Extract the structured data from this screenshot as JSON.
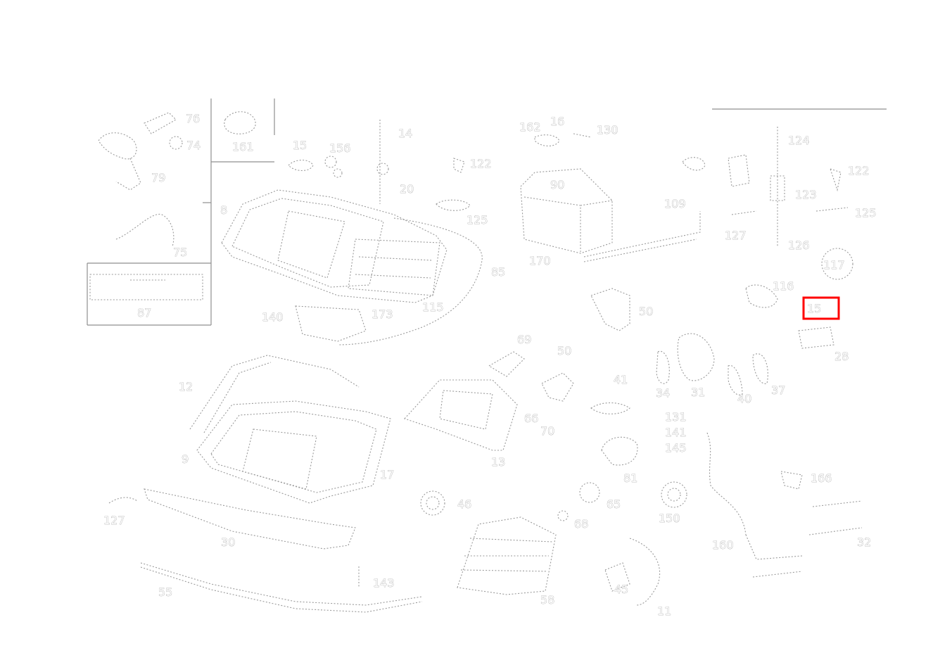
{
  "diagram": {
    "highlight_color": "#ff0000",
    "line_color": "#9a9a9a",
    "labels": {
      "l_76": "76",
      "l_74": "74",
      "l_79": "79",
      "l_75": "75",
      "l_161": "161",
      "l_87": "87",
      "l_15": "15",
      "l_156": "156",
      "l_8": "8",
      "l_14": "14",
      "l_20": "20",
      "l_122a": "122",
      "l_125a": "125",
      "l_85": "85",
      "l_173": "173",
      "l_140": "140",
      "l_115": "115",
      "l_162": "162",
      "l_16": "16",
      "l_130": "130",
      "l_90": "90",
      "l_170": "170",
      "l_109": "109",
      "l_124": "124",
      "l_123": "123",
      "l_122b": "122",
      "l_125b": "125",
      "l_127a": "127",
      "l_126": "126",
      "l_117": "117",
      "l_116": "116",
      "l_15b": "15",
      "l_28": "28",
      "l_50a": "50",
      "l_50b": "50",
      "l_69": "69",
      "l_12": "12",
      "l_9": "9",
      "l_17": "17",
      "l_66": "66",
      "l_70": "70",
      "l_13": "13",
      "l_41": "41",
      "l_34": "34",
      "l_31": "31",
      "l_40": "40",
      "l_37": "37",
      "l_131": "131",
      "l_141": "141",
      "l_145": "145",
      "l_81": "81",
      "l_127b": "127",
      "l_30": "30",
      "l_46": "46",
      "l_65": "65",
      "l_68": "68",
      "l_150": "150",
      "l_166": "166",
      "l_32": "32",
      "l_160": "160",
      "l_55": "55",
      "l_143": "143",
      "l_58": "58",
      "l_45": "45",
      "l_11": "11"
    }
  }
}
